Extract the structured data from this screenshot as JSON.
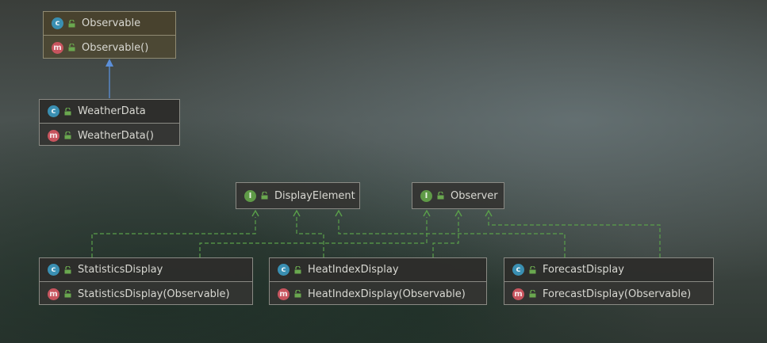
{
  "nodes": {
    "observable": {
      "kind_badge": "c",
      "title": "Observable",
      "member_badge": "m",
      "member": "Observable()"
    },
    "weatherdata": {
      "kind_badge": "c",
      "title": "WeatherData",
      "member_badge": "m",
      "member": "WeatherData()"
    },
    "displayelement": {
      "kind_badge": "I",
      "title": "DisplayElement"
    },
    "observer": {
      "kind_badge": "I",
      "title": "Observer"
    },
    "statisticsdisplay": {
      "kind_badge": "c",
      "title": "StatisticsDisplay",
      "member_badge": "m",
      "member": "StatisticsDisplay(Observable)"
    },
    "heatindexdisplay": {
      "kind_badge": "c",
      "title": "HeatIndexDisplay",
      "member_badge": "m",
      "member": "HeatIndexDisplay(Observable)"
    },
    "forecastdisplay": {
      "kind_badge": "c",
      "title": "ForecastDisplay",
      "member_badge": "m",
      "member": "ForecastDisplay(Observable)"
    }
  },
  "colors": {
    "extends_arrow": "#5b8fd8",
    "implements_arrow": "#5aa04a"
  },
  "icons": {
    "class": "class-icon",
    "method": "method-icon",
    "interface": "interface-icon",
    "visibility": "public-lock-icon"
  }
}
